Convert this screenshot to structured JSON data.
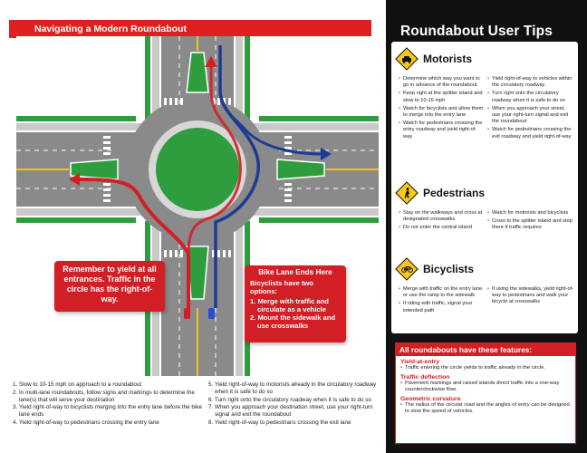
{
  "left": {
    "title": "Navigating a Modern Roundabout",
    "callout_yield": "Remember to yield at all entrances. Traffic in the circle has the right-of-way.",
    "callout_bike": {
      "heading": "Bike Lane Ends Here",
      "subheading": "Bicyclists have two options:",
      "options": [
        "1. Merge with traffic and circulate as a vehicle",
        "2. Mount the sidewalk and use crosswalks"
      ]
    },
    "steps_left": [
      "1. Slow to 10-15 mph on approach to a roundabout",
      "2. In multi-lane roundabouts, follow signs and markings to determine the lane(s) that will serve your destination",
      "3. Yield right-of-way to bicyclists merging into the entry lane before the bike lane ends",
      "4. Yield right-of-way to pedestrians crossing the entry lane"
    ],
    "steps_right": [
      "5. Yield right-of-way to motorists already in the circulatory roadway when it is safe to do so",
      "6. Turn right onto the circulatory roadway when it is safe to do so",
      "7. When you approach your destination street, use your right-turn signal and exit the roundabout",
      "8. Yield right-of-way to pedestrians crossing the exit lane"
    ]
  },
  "right": {
    "title": "Roundabout User Tips",
    "motorists": {
      "name": "Motorists",
      "icon": "car-icon",
      "col1": [
        "Determine which way you want to go in advance of the roundabout",
        "Keep right at the splitter island and slow to 10-15 mph",
        "Watch for bicyclists and allow them to merge into the entry lane",
        "Watch for pedestrians crossing the entry roadway and yield right-of-way"
      ],
      "col2": [
        "Yield right-of-way to vehicles within the circulatory roadway",
        "Turn right onto the circulatory roadway when it is safe to do so",
        "When you approach your street, use your right-turn signal and exit the roundabout",
        "Watch for pedestrians crossing the exit roadway and yield right-of-way"
      ]
    },
    "pedestrians": {
      "name": "Pedestrians",
      "icon": "pedestrian-icon",
      "col1": [
        "Stay on the walkways and cross at designated crosswalks",
        "Do not enter the central island"
      ],
      "col2": [
        "Watch for motorists and bicyclists",
        "Cross to the splitter island and stop there if traffic requires"
      ]
    },
    "bicyclists": {
      "name": "Bicyclists",
      "icon": "bicycle-icon",
      "col1": [
        "Merge with traffic on the entry lane or use the ramp to the sidewalk",
        "If riding with traffic, signal your intended path"
      ],
      "col2": [
        "If using the sidewalks, yield right-of-way to pedestrians and walk your bicycle at crosswalks"
      ]
    },
    "features": {
      "heading": "All roundabouts have these features:",
      "items": [
        {
          "name": "Yield-at-entry",
          "desc": "Traffic entering the circle yields to traffic already in the circle."
        },
        {
          "name": "Traffic deflection",
          "desc": "Pavement markings and raised islands direct traffic into a one-way counterclockwise flow."
        },
        {
          "name": "Geometric curvature",
          "desc": "The radius of the circular road and the angles of entry can be designed to slow the speed of vehicles."
        }
      ]
    }
  },
  "colors": {
    "accent_red": "#d21f26",
    "panel_black": "#111111",
    "sign_yellow": "#f7c81e",
    "grass_green": "#2e9d3e",
    "road_gray": "#8a8a8a",
    "path_blue": "#1f3a93"
  }
}
